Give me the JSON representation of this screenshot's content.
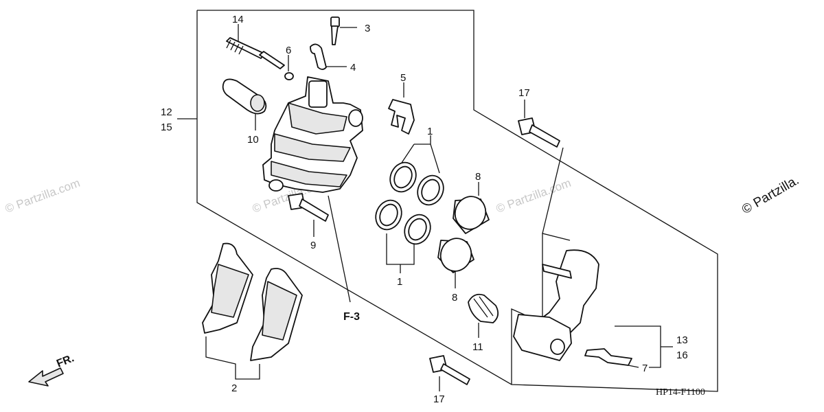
{
  "callouts": {
    "c1a": "1",
    "c1b": "1",
    "c2": "2",
    "c3": "3",
    "c4": "4",
    "c5": "5",
    "c6": "6",
    "c7": "7",
    "c8a": "8",
    "c8b": "8",
    "c9": "9",
    "c10": "10",
    "c11": "11",
    "c12": "12",
    "c13": "13",
    "c14": "14",
    "c15": "15",
    "c16": "16",
    "c17a": "17",
    "c17b": "17"
  },
  "reference": "F-3",
  "direction_label": "FR.",
  "diagram_code": "HP14-F1100",
  "copyright": "© Partzilla.",
  "watermark": "© Partzilla.com"
}
